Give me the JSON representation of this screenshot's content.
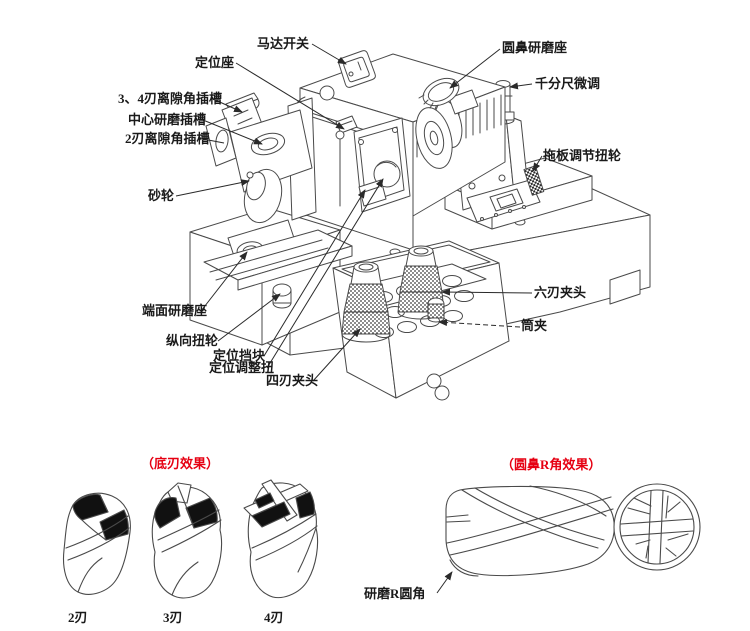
{
  "machine_labels": {
    "motor_switch": "马达开关",
    "positioning_seat": "定位座",
    "slot_3_4_flute": "3、4刃离隙角插槽",
    "center_grinding_slot": "中心研磨插槽",
    "slot_2_flute": "2刃离隙角插槽",
    "grinding_wheel": "砂轮",
    "round_nose_seat": "圆鼻研磨座",
    "micrometer_fine_adjust": "千分尺微调",
    "carriage_adjust_knob": "拖板调节扭轮",
    "end_face_seat": "端面研磨座",
    "longitudinal_knob": "纵向扭轮",
    "positioning_stop": "定位挡块",
    "positioning_adjust_knob": "定位调整扭",
    "four_flute_collet": "四刃夹头",
    "six_flute_collet": "六刃夹头",
    "collet": "筒夹"
  },
  "bottom_left": {
    "title": "（底刃效果）",
    "items": [
      {
        "label": "2刃"
      },
      {
        "label": "3刃"
      },
      {
        "label": "4刃"
      }
    ]
  },
  "bottom_right": {
    "title": "（圆鼻R角效果）",
    "grind_r_label": "研磨R圆角"
  },
  "colors": {
    "line": "#4a4a4a",
    "label_text": "#1a1a1a",
    "accent_red": "#e60012",
    "background": "#ffffff"
  }
}
